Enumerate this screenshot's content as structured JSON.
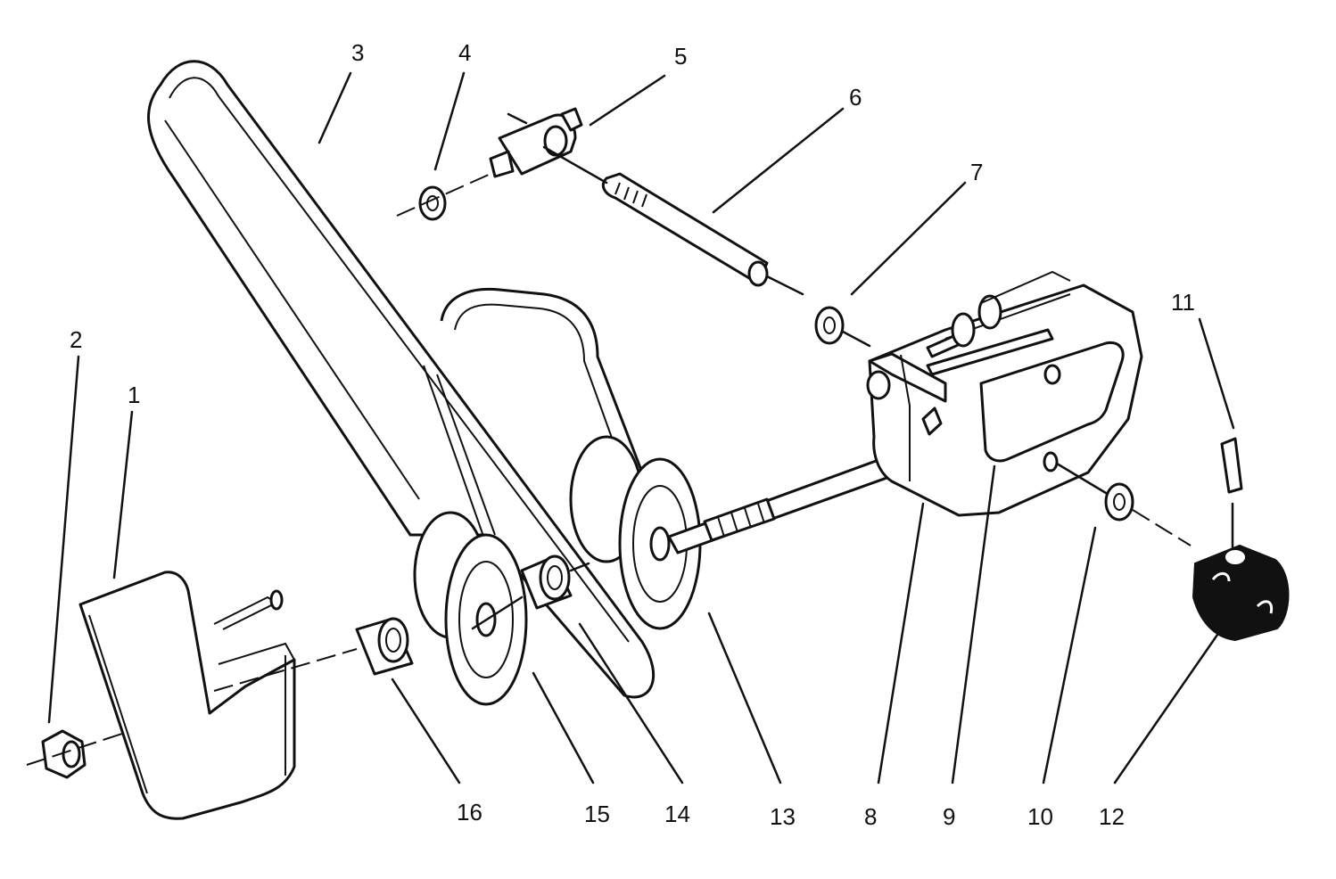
{
  "colors": {
    "ink": "#111111",
    "background": "#ffffff"
  },
  "callouts": {
    "c1": "1",
    "c2": "2",
    "c3": "3",
    "c4": "4",
    "c5": "5",
    "c6": "6",
    "c7": "7",
    "c8": "8",
    "c9": "9",
    "c10": "10",
    "c11": "11",
    "c12": "12",
    "c13": "13",
    "c14": "14",
    "c15": "15",
    "c16": "16"
  },
  "icons": {
    "bracket": "bracket-icon",
    "nut": "nut-icon",
    "belt_large": "v-belt-icon",
    "belt_small": "v-belt-icon",
    "clip": "clip-icon",
    "pivot": "pivot-block-icon",
    "shaft": "threaded-rod-icon",
    "washer": "washer-icon",
    "gearbox": "housing-icon",
    "pin": "pin-icon",
    "knob": "knob-icon",
    "pulley": "pulley-icon",
    "bushing": "bushing-icon"
  }
}
